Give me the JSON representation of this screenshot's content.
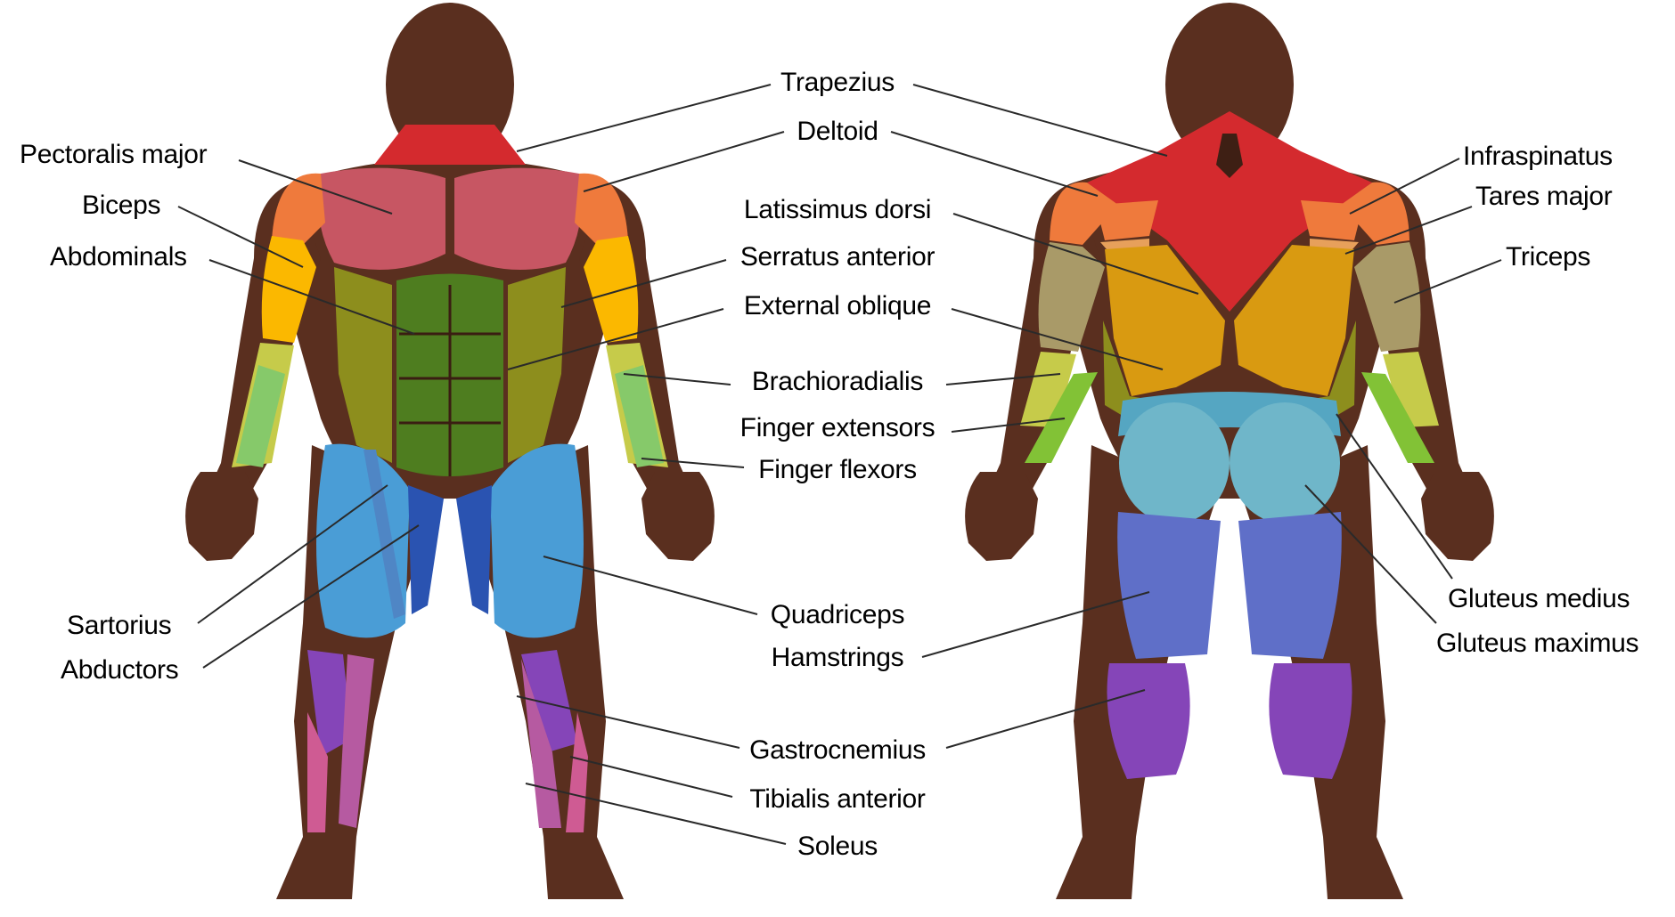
{
  "colors": {
    "skin": "#5a2f1f",
    "trapezius": "#d42a2e",
    "deltoid": "#ef7a3c",
    "pectoralis": "#c75663",
    "biceps": "#fbb800",
    "abdominals": "#4e7d1f",
    "serratus": "#c5a20f",
    "external_oblique": "#8d8e1d",
    "brachioradialis": "#c6cb4a",
    "finger_extensors": "#82c236",
    "finger_flexors": "#86c96a",
    "sartorius": "#4f86c5",
    "abductors": "#2a53b1",
    "quadriceps": "#4a9dd6",
    "hamstrings": "#5f6fc8",
    "gastrocnemius": "#8545b8",
    "tibialis": "#b65aa1",
    "soleus": "#cf5b93",
    "infraspinatus": "#ef7a3c",
    "teres_major": "#e7a05b",
    "latissimus": "#d99a11",
    "triceps": "#a99a68",
    "gluteus_medius": "#55a6c2",
    "gluteus_maximus": "#6fb6c9"
  },
  "labels": {
    "trapezius": "Trapezius",
    "deltoid": "Deltoid",
    "pectoralis_major": "Pectoralis major",
    "biceps": "Biceps",
    "abdominals": "Abdominals",
    "latissimus_dorsi": "Latissimus dorsi",
    "serratus_anterior": "Serratus anterior",
    "external_oblique": "External oblique",
    "brachioradialis": "Brachioradialis",
    "finger_extensors": "Finger extensors",
    "finger_flexors": "Finger flexors",
    "sartorius": "Sartorius",
    "abductors": "Abductors",
    "quadriceps": "Quadriceps",
    "hamstrings": "Hamstrings",
    "gastrocnemius": "Gastrocnemius",
    "tibialis_anterior": "Tibialis anterior",
    "soleus": "Soleus",
    "infraspinatus": "Infraspinatus",
    "teres_major": "Tares major",
    "triceps": "Triceps",
    "gluteus_medius": "Gluteus medius",
    "gluteus_maximus": "Gluteus maximus"
  }
}
